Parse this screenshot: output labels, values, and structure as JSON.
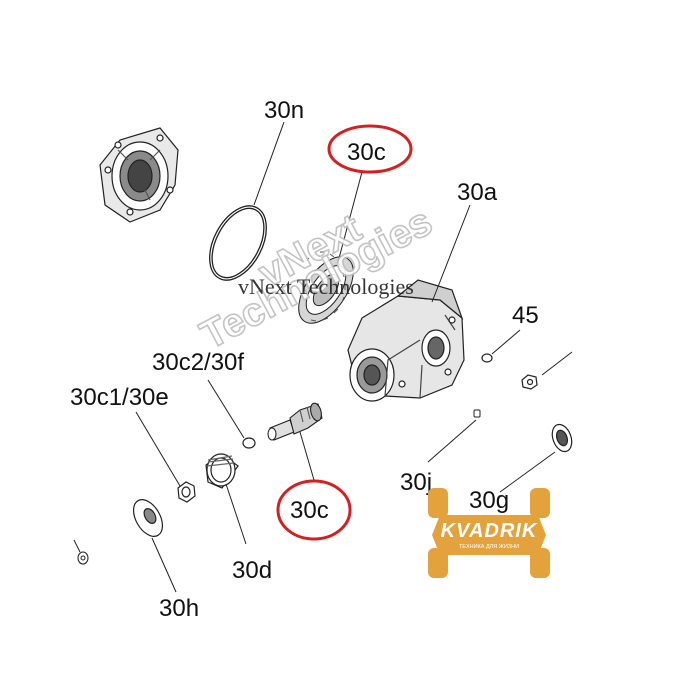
{
  "labels": {
    "n30n": "30n",
    "n30c_top": "30c",
    "n30a": "30a",
    "n45": "45",
    "n30c2_30f": "30c2/30f",
    "n30c1_30e": "30c1/30e",
    "n30j": "30j",
    "n30g": "30g",
    "n30c_bottom": "30c",
    "n30d": "30d",
    "n30h": "30h"
  },
  "watermark": {
    "line1": "vNext",
    "line2": "Technologies",
    "inline": "vNext Technologies"
  },
  "logo": {
    "name": "KVADRIK",
    "tagline": "ТЕХНИКА ДЛЯ ЖИЗНИ"
  },
  "colors": {
    "highlight_circle": "#d42020",
    "logo_orange": "#e3a23c",
    "line": "#222222"
  }
}
